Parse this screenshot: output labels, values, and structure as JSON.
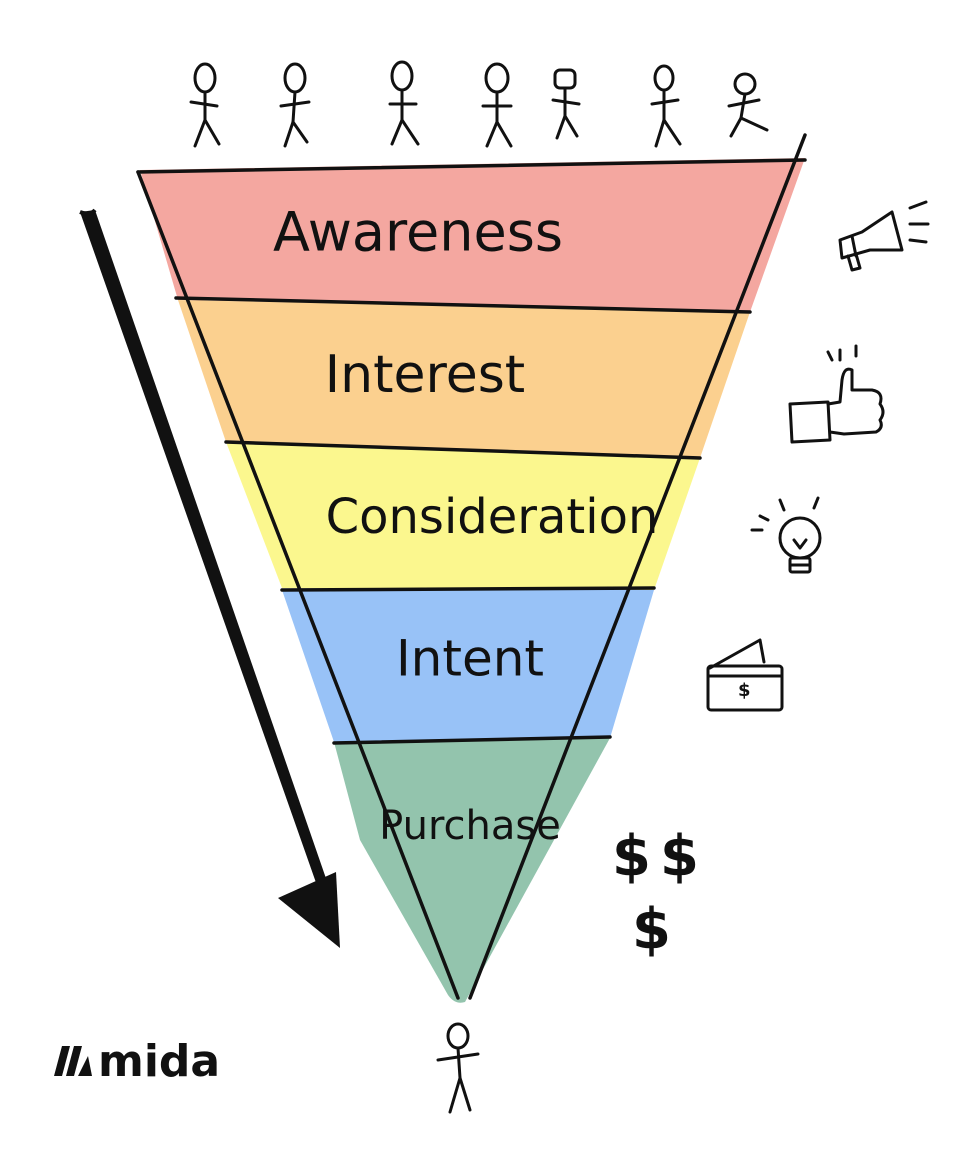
{
  "funnel": {
    "stages": [
      {
        "label": "Awareness",
        "color": "#f4a7a0",
        "icon": "megaphone-icon"
      },
      {
        "label": "Interest",
        "color": "#fbd08f",
        "icon": "thumbs-up-icon"
      },
      {
        "label": "Consideration",
        "color": "#fbf78e",
        "icon": "lightbulb-icon"
      },
      {
        "label": "Intent",
        "color": "#98c2f7",
        "icon": "wallet-icon"
      },
      {
        "label": "Purchase",
        "color": "#93c4ad",
        "icon": "dollar-signs-icon"
      }
    ]
  },
  "dollar_sign": "$",
  "brand": {
    "name": "mida"
  }
}
